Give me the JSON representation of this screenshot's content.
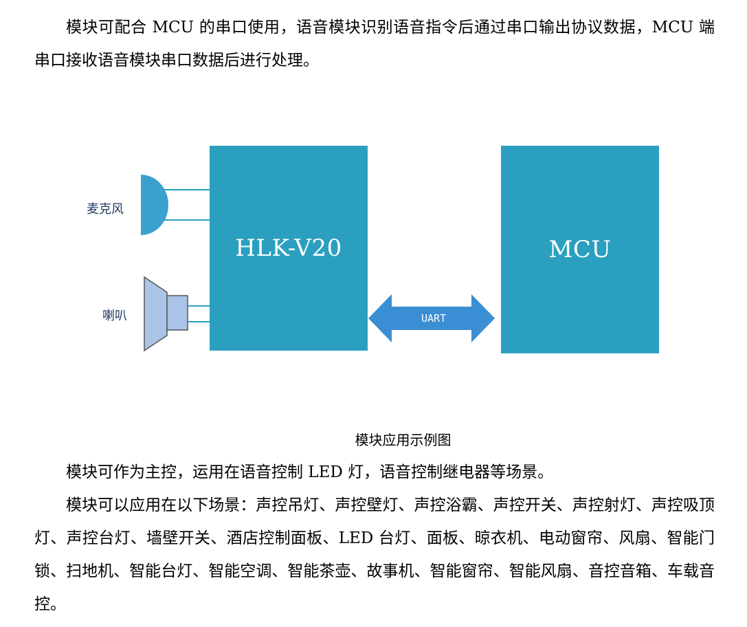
{
  "paragraphs": {
    "intro": "模块可配合 MCU 的串口使用，语音模块识别语音指令后通过串口输出协议数据，MCU 端串口接收语音模块串口数据后进行处理。",
    "master_control": "模块可作为主控，运用在语音控制 LED 灯，语音控制继电器等场景。",
    "scenarios": "模块可以应用在以下场景：声控吊灯、声控壁灯、声控浴霸、声控开关、声控射灯、声控吸顶灯、声控台灯、墙壁开关、酒店控制面板、LED 台灯、面板、晾衣机、电动窗帘、风扇、智能门锁、扫地机、智能台灯、智能空调、智能茶壶、故事机、智能窗帘、智能风扇、音控音箱、车载音控。"
  },
  "diagram": {
    "module_label": "HLK-V20",
    "mcu_label": "MCU",
    "link_label": "UART",
    "microphone_label": "麦克风",
    "speaker_label": "喇叭",
    "caption": "模块应用示例图",
    "colors": {
      "block": "#2b9fbf",
      "arrow": "#3a8fd4",
      "microphone": "#3aa0d0",
      "speaker": "#a9c4e6",
      "connector_line": "#2b9fbf"
    }
  }
}
